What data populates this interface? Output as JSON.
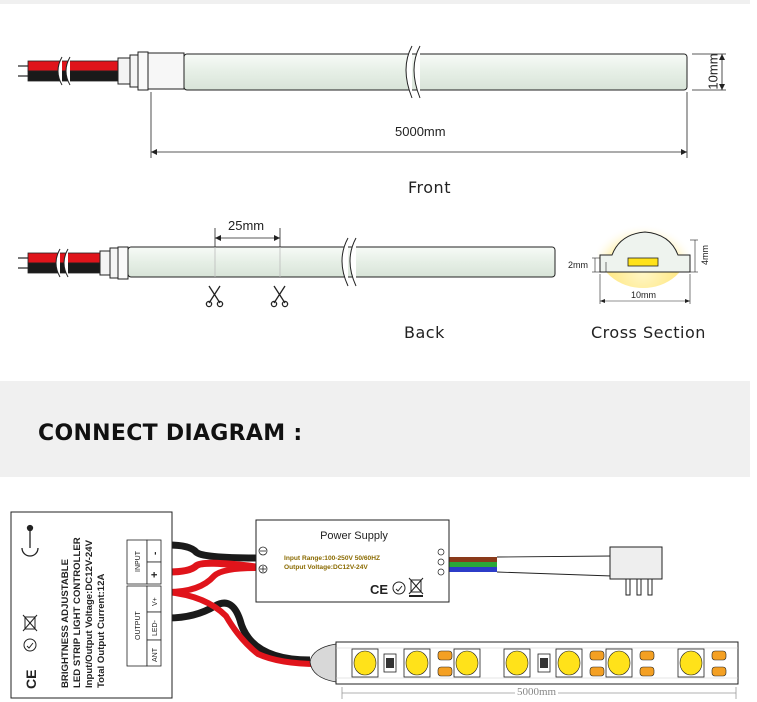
{
  "dimensions": {
    "front_length": "5000mm",
    "front_height": "10mm",
    "cut_spacing": "25mm",
    "cross_width": "10mm",
    "cross_height": "4mm",
    "cross_base": "2mm",
    "strip_length": "5000mm"
  },
  "captions": {
    "front": "Front",
    "back": "Back",
    "cross_section": "Cross Section"
  },
  "section_title": "CONNECT DIAGRAM :",
  "controller": {
    "lines": [
      "BRIGHTNESS ADJUSTABLE",
      "LED STRIP LIGHT CONTROLLER",
      "Input/Output Voltage:DC12V-24V",
      "Total Output Current:12A"
    ],
    "input_label": "INPUT",
    "output_label": "OUTPUT",
    "minus": "-",
    "plus": "+",
    "vplus": "V+",
    "led_minus": "LED-",
    "ant": "ANT",
    "ce": "CE"
  },
  "power_supply": {
    "title": "Power Supply",
    "input_range": "Input Range:100-250V  50/60HZ",
    "output_voltage": "Output Voltage:DC12V-24V",
    "ce": "CE"
  },
  "colors": {
    "wire_red": "#e0141b",
    "wire_black": "#1a1a1a",
    "wire_green": "#2aa838",
    "wire_blue": "#2c3cc8",
    "wire_brown": "#8a3a1a",
    "led_yellow": "#ffe21a",
    "led_orange": "#f4a023",
    "band_gray": "#f0f0f0"
  }
}
